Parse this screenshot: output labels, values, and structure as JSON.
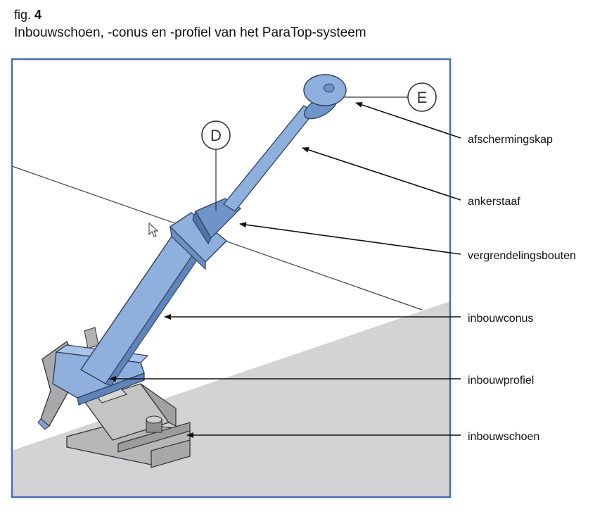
{
  "figure": {
    "prefix": "fig.",
    "number": "4",
    "title": "Inbouwschoen, -conus en -profiel van het ParaTop-systeem"
  },
  "callouts": {
    "d": "D",
    "e": "E"
  },
  "labels": {
    "afschermingskap": "afschermingskap",
    "ankerstaaf": "ankerstaaf",
    "vergrendelingsbouten": "vergrendelingsbouten",
    "inbouwconus": "inbouwconus",
    "inbouwprofiel": "inbouwprofiel",
    "inbouwschoen": "inbouwschoen"
  },
  "colors": {
    "frame": "#4a6fb0",
    "part_blue": "#8fb0dc",
    "part_blue_dark": "#4f74ab",
    "metal_gray": "#b7b7b7",
    "floor_gray": "#d3d3d6"
  }
}
